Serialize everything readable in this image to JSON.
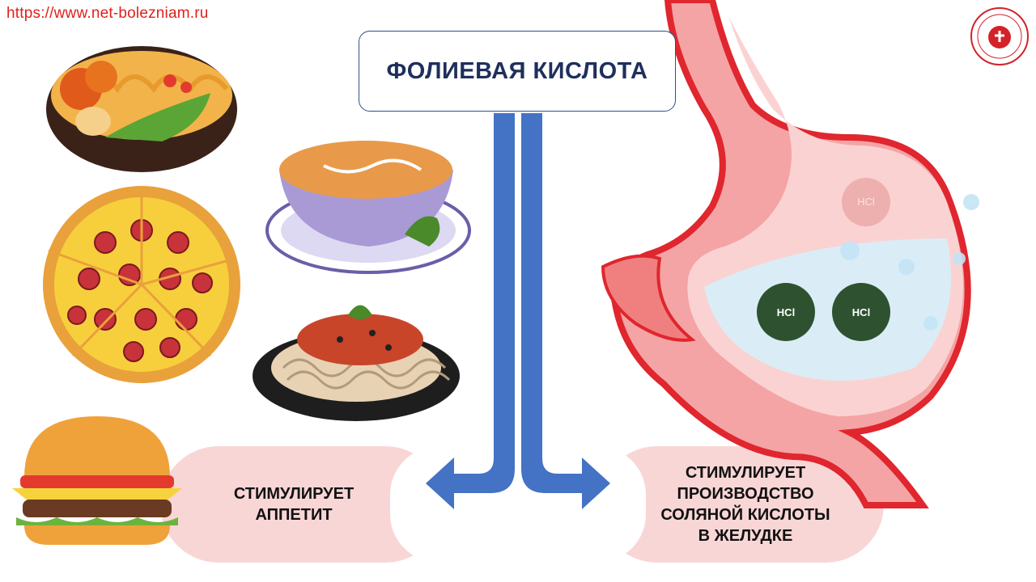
{
  "header": {
    "url": "https://www.net-bolezniam.ru"
  },
  "title": "ФОЛИЕВАЯ КИСЛОТА",
  "effects": {
    "left": "СТИМУЛИРУЕТ\nАППЕТИТ",
    "right": "СТИМУЛИРУЕТ\nПРОИЗВОДСТВО\nСОЛЯНОЙ КИСЛОТЫ\nВ ЖЕЛУДКЕ"
  },
  "stomach": {
    "molecules": [
      "HCl",
      "HCl",
      "HCl"
    ]
  },
  "foods": [
    "noodle-bowl-icon",
    "pizza-icon",
    "soup-bowl-icon",
    "spaghetti-icon",
    "burger-icon"
  ],
  "colors": {
    "arrow": "#4472c4",
    "pill": "#f9d6d6",
    "title_border": "#2f4f8a",
    "url": "#e0201b",
    "molecule": "#2e5230"
  }
}
